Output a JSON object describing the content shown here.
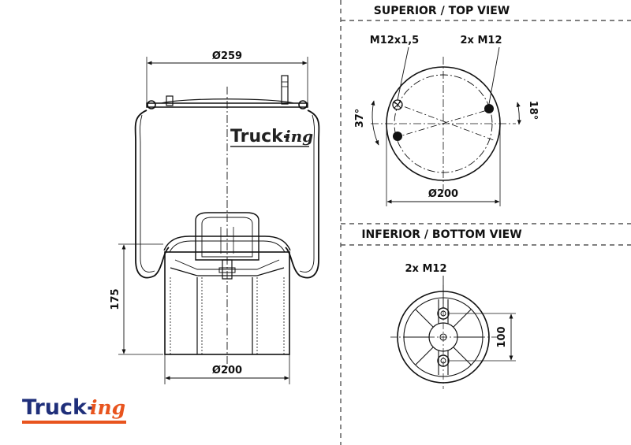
{
  "brand": {
    "name_main": "Truck-",
    "name_suffix": "ing",
    "primary_color": "#1f2f7a",
    "accent_color": "#e8541e"
  },
  "side_view": {
    "top_diameter": "Ø259",
    "base_diameter": "Ø200",
    "height": "175"
  },
  "top_view": {
    "title": "SUPERIOR / TOP VIEW",
    "label_left": "M12x1,5",
    "label_right": "2x M12",
    "angle_left": "37°",
    "angle_right": "18°",
    "diameter": "Ø200"
  },
  "bottom_view": {
    "title": "INFERIOR / BOTTOM VIEW",
    "label": "2x M12",
    "height": "100"
  }
}
